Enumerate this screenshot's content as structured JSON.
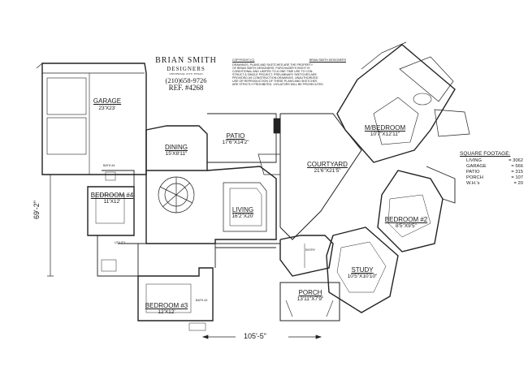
{
  "designer": {
    "name": "BRIAN SMITH",
    "subtitle": "DESIGNERS",
    "address": "UNIVERSAL CITY, TEXAS",
    "phone": "(210)658-9726",
    "ref": "REF. #4268"
  },
  "copyright": {
    "line1": "COPYRIGHT (C)",
    "line1b": "BRIAN SMITH DESIGNERS",
    "body": [
      "DRAWINGS, PLANS AND SKETCHES ARE THE PROPERTY",
      "OF BRIAN SMITH DESIGNERS. PURCHASER'S RIGHT IS",
      "CONDITIONAL AND LIMITED TO A ONE TIME USE TO CON-",
      "STRUCT A SINGLE PROJECT. PRELIMINARY SKETCHES ARE",
      "PROVIDED AS CONSTRUCTION DRAWINGS. UNAUTHORIZED",
      "USE OR REPRODUCTION OF THESE PLANS AND SKETCHES",
      "ARE STRICTLY PROHIBITED. VIOLATORS WILL BE PROSECUTED."
    ]
  },
  "rooms": {
    "garage": {
      "name": "GARAGE",
      "dim": "23'X23'"
    },
    "dining": {
      "name": "DINING",
      "dim": "15'X8'11\""
    },
    "patio": {
      "name": "PATIO",
      "dim": "17'6\"X14'2\""
    },
    "courtyard": {
      "name": "COURTYARD",
      "dim": "21'6\"X21'5\""
    },
    "mbedroom": {
      "name": "M/BEDROOM",
      "dim": "10'7\"X12'11\""
    },
    "bedroom4": {
      "name": "BEDROOM #4",
      "dim": "11'X12'"
    },
    "living": {
      "name": "LIVING",
      "dim": "16'2\"X20'"
    },
    "bedroom2": {
      "name": "BEDROOM #2",
      "dim": "8'5\"X9'5\""
    },
    "study": {
      "name": "STUDY",
      "dim": "10'5\"X10'10\""
    },
    "porch": {
      "name": "PORCH",
      "dim": "13'11\"X7'9\""
    },
    "bedroom3": {
      "name": "BEDROOM #3",
      "dim": "12'X12'"
    },
    "entry": {
      "name": "ENTRY"
    },
    "utility": {
      "name": "UTILITY"
    },
    "bath4": {
      "name": "BATH #4"
    },
    "bath3": {
      "name": "BATH #3"
    }
  },
  "square_footage": {
    "title": "SQUARE FOOTAGE:",
    "rows": [
      {
        "label": "LIVING",
        "value": "= 3062"
      },
      {
        "label": "GARAGE",
        "value": "=   566"
      },
      {
        "label": "PATIO",
        "value": "=   315"
      },
      {
        "label": "PORCH",
        "value": "=   107"
      },
      {
        "label": "W.H.'s",
        "value": "=     20"
      }
    ]
  },
  "dimensions": {
    "overall_width": "105'-5\"",
    "overall_depth": "69'-2\""
  }
}
